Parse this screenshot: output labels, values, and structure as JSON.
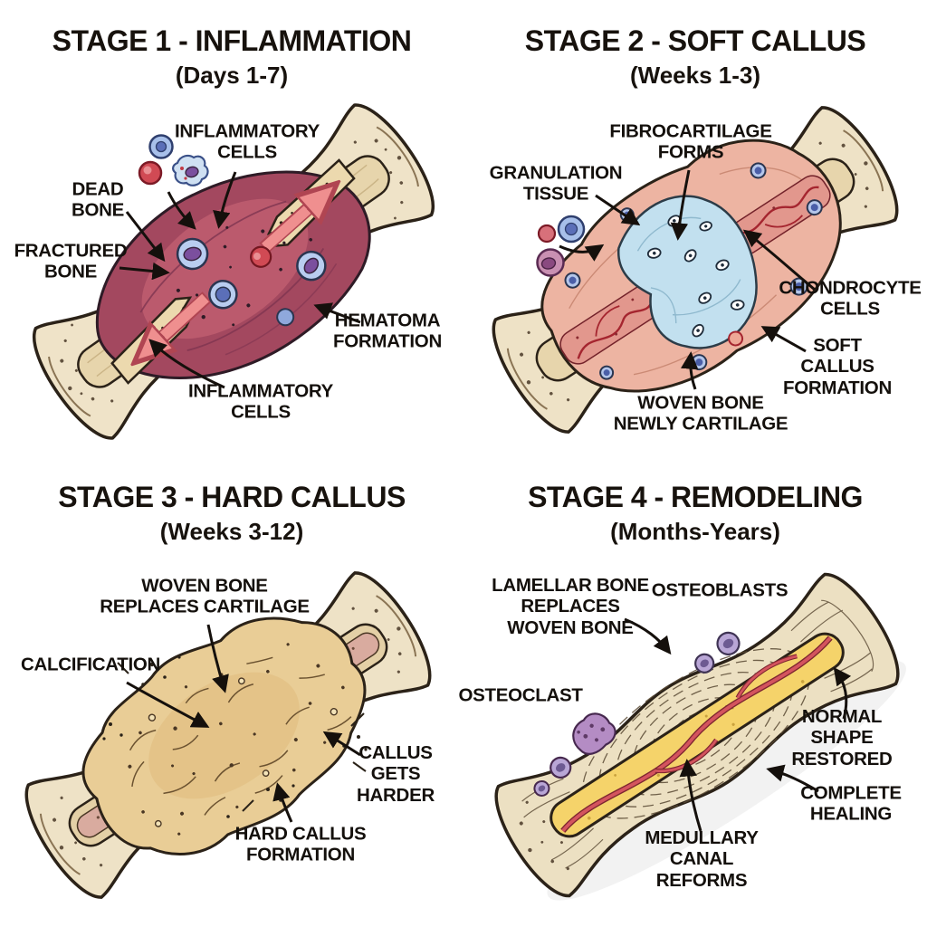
{
  "figure": {
    "topic": "Bone fracture healing stages",
    "background_color": "#ffffff",
    "text_color": "#17120d"
  },
  "colors": {
    "bone_cream": "#efe3c8",
    "bone_outline": "#2b2218",
    "hematoma_maroon": "#a3485f",
    "soft_callus_pink": "#edb4a2",
    "fibrocartilage_blue": "#c2e0ef",
    "hard_callus_tan": "#e9cd96",
    "medullary_yellow": "#f5d36a",
    "vessel_red": "#a5252f",
    "displacement_arrow_salmon": "#ef8f8f",
    "osteo_cell_purple": "#b48cc4",
    "leader_arrow_black": "#15100c"
  },
  "stage1": {
    "title": "STAGE 1 - INFLAMMATION",
    "subtitle": "(Days 1-7)",
    "labels": {
      "inflammatory_cells_top": "INFLAMMATORY\nCELLS",
      "dead_bone": "DEAD\nBONE",
      "fractured_bone": "FRACTURED\nBONE",
      "hematoma_formation": "HEMATOMA\nFORMATION",
      "inflammatory_cells_bottom": "INFLAMMATORY\nCELLS"
    }
  },
  "stage2": {
    "title": "STAGE 2 - SOFT CALLUS",
    "subtitle": "(Weeks 1-3)",
    "labels": {
      "fibrocartilage_forms": "FIBROCARTILAGE\nFORMS",
      "granulation_tissue": "GRANULATION\nTISSUE",
      "chondrocyte_cells": "CHONDROCYTE\nCELLS",
      "soft_callus_formation": "SOFT CALLUS\nFORMATION",
      "woven_bone_newly_cartilage": "WOVEN BONE\nNEWLY CARTILAGE"
    }
  },
  "stage3": {
    "title": "STAGE 3 - HARD CALLUS",
    "subtitle": "(Weeks 3-12)",
    "labels": {
      "woven_bone_replaces_cartilage": "WOVEN BONE\nREPLACES CARTILAGE",
      "calcification": "CALCIFICATION",
      "callus_gets_harder": "CALLUS GETS\nHARDER",
      "hard_callus_formation": "HARD CALLUS\nFORMATION"
    }
  },
  "stage4": {
    "title": "STAGE 4 - REMODELING",
    "subtitle": "(Months-Years)",
    "labels": {
      "lamellar_bone_replaces_woven_bone": "LAMELLAR BONE\nREPLACES\nWOVEN BONE",
      "osteoblasts": "OSTEOBLASTS",
      "osteoclast": "OSTEOCLAST",
      "normal_shape_restored": "NORMAL SHAPE\nRESTORED",
      "complete_healing": "COMPLETE\nHEALING",
      "medullary_canal_reforms": "MEDULLARY\nCANAL\nREFORMS"
    }
  }
}
